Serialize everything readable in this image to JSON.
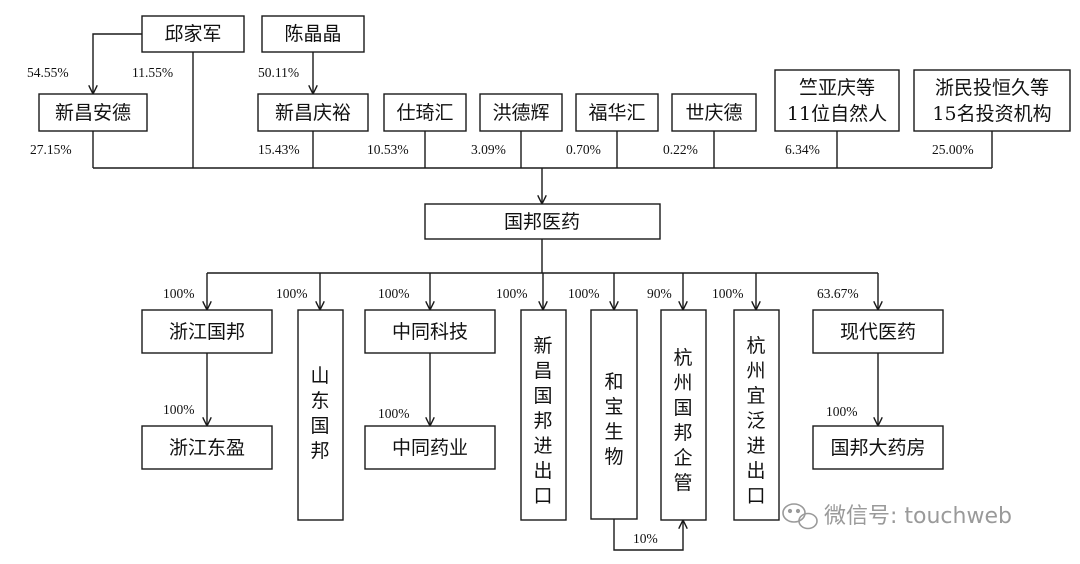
{
  "entities": {
    "qiu": "邱家军",
    "chen": "陈晶晶",
    "xca": "新昌安德",
    "xcq": "新昌庆裕",
    "sqh": "仕琦汇",
    "hdh": "洪德辉",
    "fhh": "福华汇",
    "sqd": "世庆德",
    "zhu_line1": "竺亚庆等",
    "zhu_line2": "11位自然人",
    "zmt_line1": "浙民投恒久等",
    "zmt_line2": "15名投资机构",
    "gbyy": "国邦医药",
    "zjgb": "浙江国邦",
    "sdgb": "山东国邦",
    "ztkj": "中同科技",
    "xcgbjck": "新昌国邦进出口",
    "hbsw": "和宝生物",
    "hzgbqg": "杭州国邦企管",
    "hzyfjck": "杭州宜泛进出口",
    "xdyy": "现代医药",
    "zjdy": "浙江东盈",
    "ztyy": "中同药业",
    "gbdyf": "国邦大药房"
  },
  "percentages": {
    "qiu_xca": "54.55%",
    "qiu_gbyy": "11.55%",
    "chen_xcq": "50.11%",
    "xca_gbyy": "27.15%",
    "xcq_gbyy": "15.43%",
    "sqh_gbyy": "10.53%",
    "hdh_gbyy": "3.09%",
    "fhh_gbyy": "0.70%",
    "sqd_gbyy": "0.22%",
    "zhu_gbyy": "6.34%",
    "zmt_gbyy": "25.00%",
    "gbyy_zjgb": "100%",
    "gbyy_sdgb": "100%",
    "gbyy_ztkj": "100%",
    "gbyy_xcgbjck": "100%",
    "gbyy_hbsw": "100%",
    "gbyy_hzgbqg": "90%",
    "gbyy_hzyfjck": "100%",
    "gbyy_xdyy": "63.67%",
    "zjgb_zjdy": "100%",
    "ztkj_ztyy": "100%",
    "xdyy_gbdyf": "100%",
    "hbsw_hzgbqg": "10%"
  },
  "watermark": "微信号: touchweb"
}
